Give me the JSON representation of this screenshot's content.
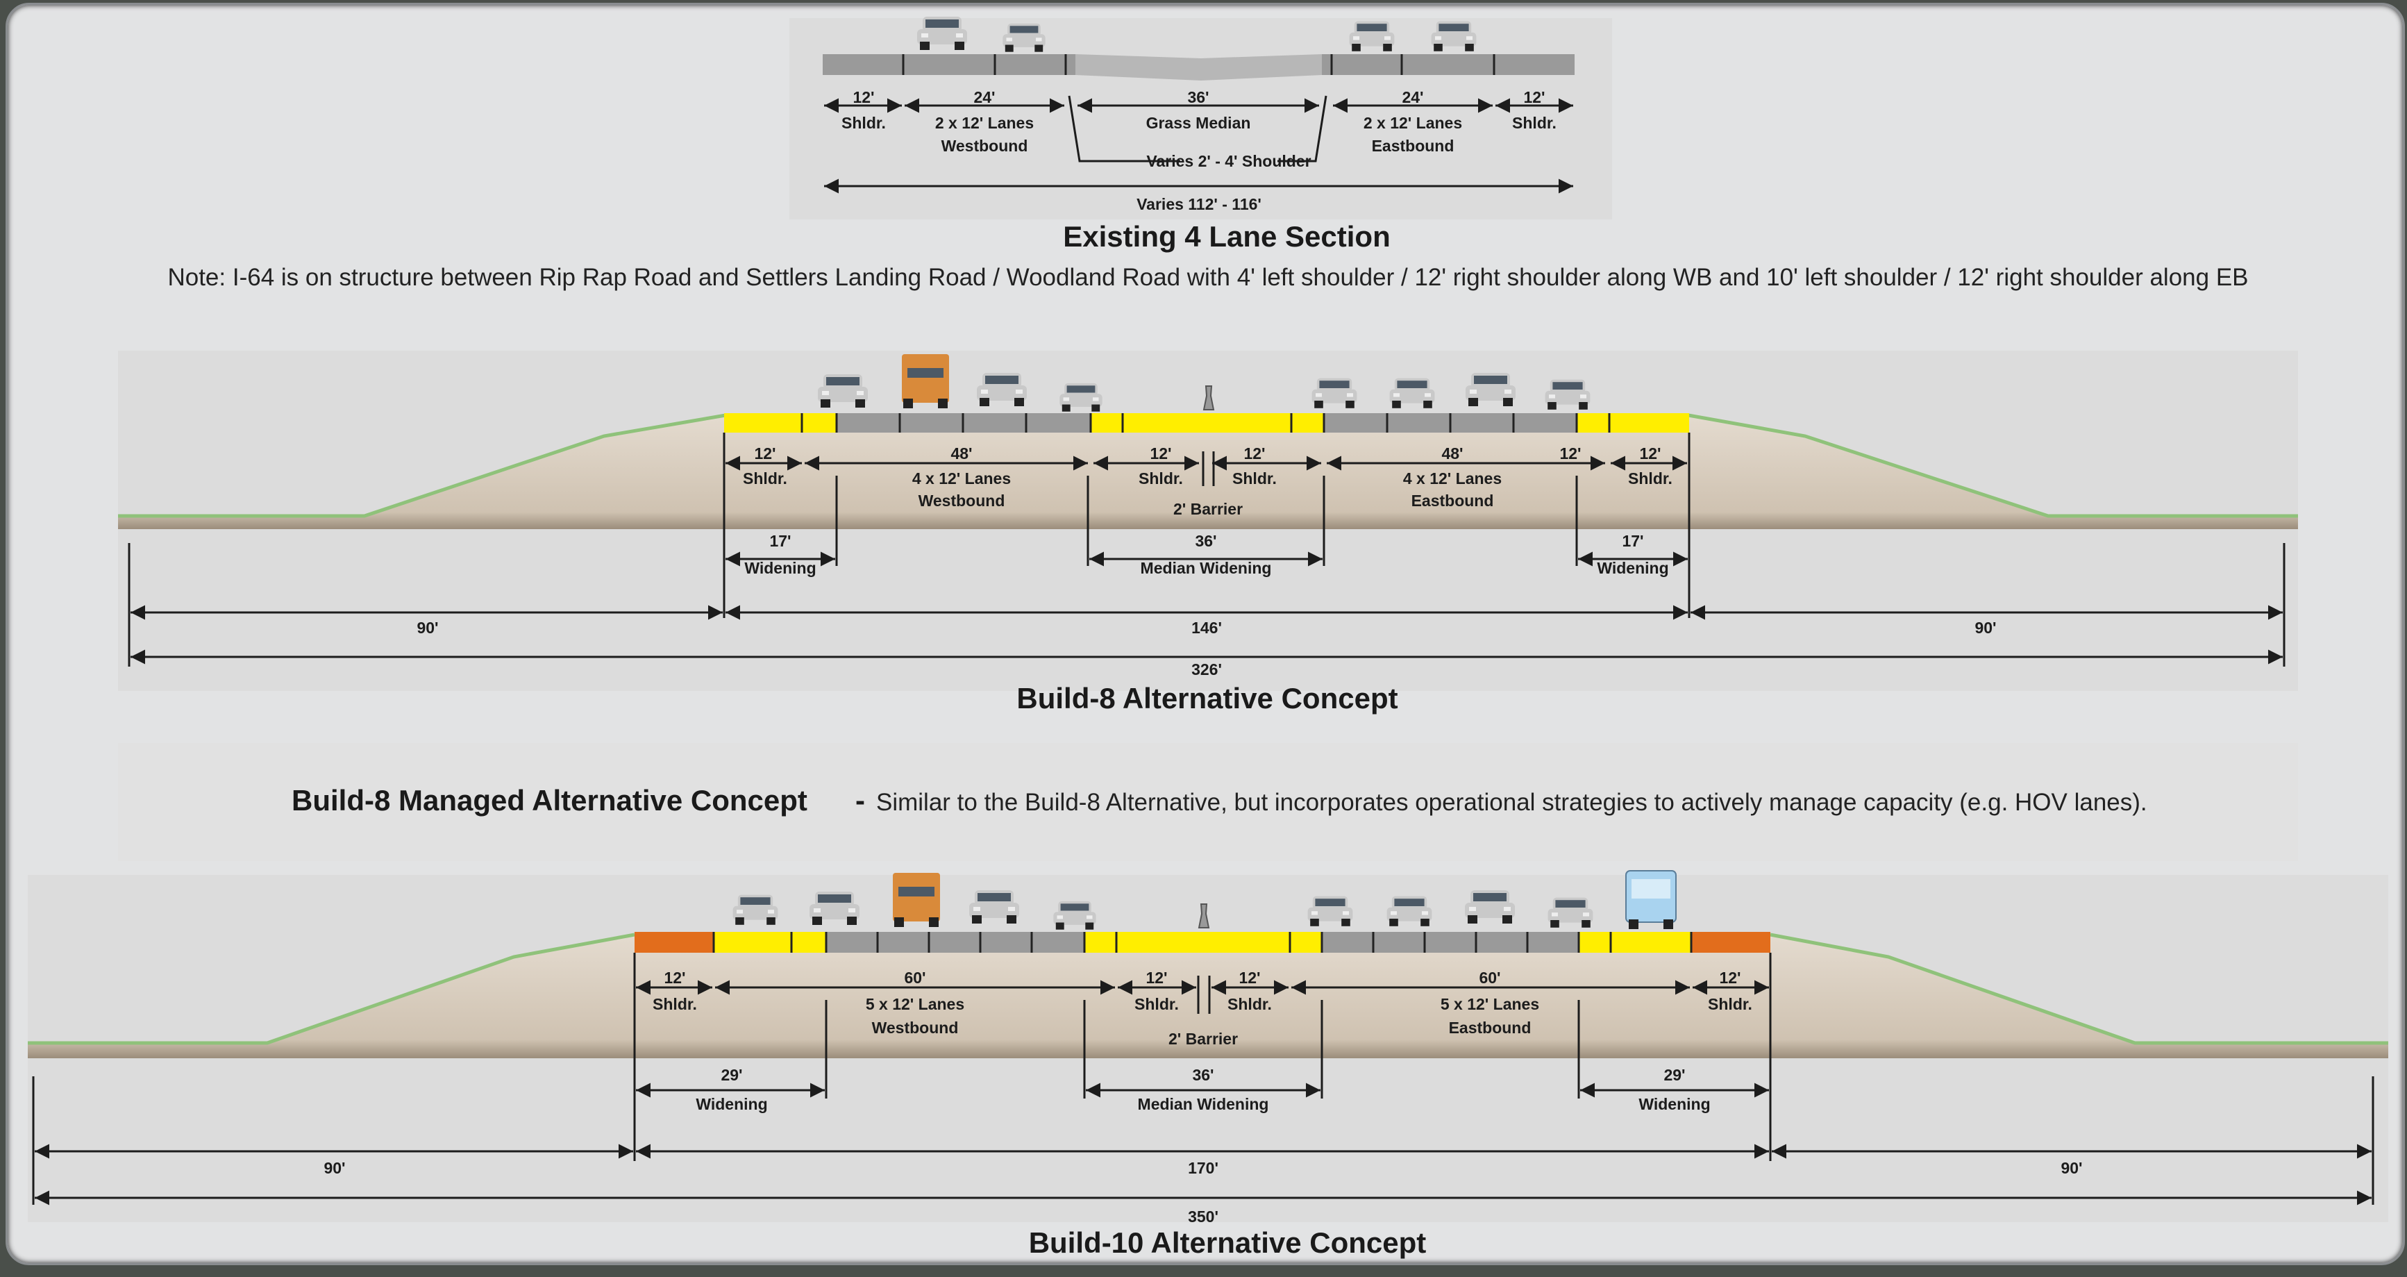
{
  "existing": {
    "title": "Existing 4 Lane Section",
    "dims": {
      "left_shoulder": "12'",
      "wb_lanes": "24'",
      "median": "36'",
      "eb_lanes": "24'",
      "right_shoulder": "12'",
      "overall": "Varies 112' - 116'"
    },
    "labels": {
      "left_shoulder": "Shldr.",
      "wb_line1": "2 x 12' Lanes",
      "wb_line2": "Westbound",
      "median": "Grass Median",
      "eb_line1": "2 x 12' Lanes",
      "eb_line2": "Eastbound",
      "right_shoulder": "Shldr.",
      "varies_shoulder": "Varies 2' - 4' Shoulder"
    }
  },
  "note": "Note: I-64 is on structure between Rip Rap Road and Settlers Landing Road / Woodland Road with 4' left shoulder / 12' right shoulder along WB and 10' left shoulder / 12' right shoulder along EB",
  "build8": {
    "title": "Build-8 Alternative Concept",
    "dims": {
      "left_shoulder": "12'",
      "wb_lanes": "48'",
      "wb_inner_shoulder": "12'",
      "eb_inner_shoulder": "12'",
      "eb_lanes": "48'",
      "eb_gap": "12'",
      "right_shoulder": "12'",
      "left_widening": "17'",
      "median_widening": "36'",
      "right_widening": "17'",
      "left_offset": "90'",
      "core": "146'",
      "right_offset": "90'",
      "total": "326'"
    },
    "labels": {
      "left_shoulder": "Shldr.",
      "wb_line1": "4 x 12' Lanes",
      "wb_line2": "Westbound",
      "wb_inner_shoulder": "Shldr.",
      "eb_inner_shoulder": "Shldr.",
      "barrier": "2' Barrier",
      "eb_line1": "4 x 12' Lanes",
      "eb_line2": "Eastbound",
      "right_shoulder": "Shldr.",
      "left_widening": "Widening",
      "median_widening": "Median Widening",
      "right_widening": "Widening"
    }
  },
  "managed": {
    "title": "Build-8 Managed Alternative Concept",
    "separator": "-",
    "description": "Similar to the Build-8 Alternative, but incorporates operational strategies to actively manage capacity (e.g. HOV lanes)."
  },
  "build10": {
    "title": "Build-10 Alternative Concept",
    "dims": {
      "left_shoulder": "12'",
      "wb_lanes": "60'",
      "wb_inner_shoulder": "12'",
      "eb_inner_shoulder": "12'",
      "eb_lanes": "60'",
      "right_shoulder": "12'",
      "left_widening": "29'",
      "median_widening": "36'",
      "right_widening": "29'",
      "left_offset": "90'",
      "core": "170'",
      "right_offset": "90'",
      "total": "350'"
    },
    "labels": {
      "left_shoulder": "Shldr.",
      "wb_line1": "5 x 12' Lanes",
      "wb_line2": "Westbound",
      "wb_inner_shoulder": "Shldr.",
      "eb_inner_shoulder": "Shldr.",
      "barrier": "2' Barrier",
      "eb_line1": "5 x 12' Lanes",
      "eb_line2": "Eastbound",
      "right_shoulder": "Shldr.",
      "left_widening": "Widening",
      "median_widening": "Median Widening",
      "right_widening": "Widening"
    }
  },
  "colors": {
    "pavement": "#9a9a9a",
    "shoulder_yellow": "#ffee00",
    "paved_shoulder_orange": "#e26d1c",
    "embankment": "#d7ccbd",
    "grass_line": "#8fc27a",
    "dim_line": "#1c1c1c",
    "panel": "#e2e3e4"
  }
}
